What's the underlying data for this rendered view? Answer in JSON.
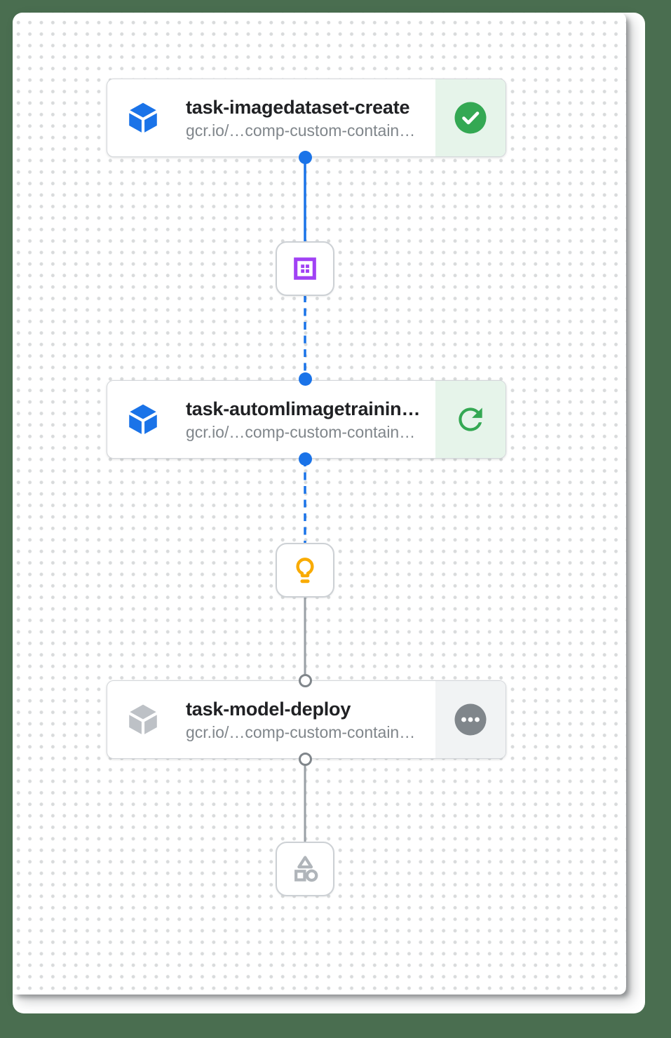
{
  "app": {
    "name": "pipeline-dag-canvas",
    "background_color": "#4A6E50",
    "canvas_color": "#ffffff",
    "dot_color": "#d9dbdc"
  },
  "nodes": [
    {
      "title": "task-imagedataset-create",
      "subtitle": "gcr.io/…comp-custom-contain…",
      "status": "succeeded",
      "status_icon": "check-circle-icon",
      "status_bg": "#e6f4ea",
      "status_color": "#34a853",
      "task_icon_color": "#1a73e8"
    },
    {
      "title": "task-automlimagetrainin…",
      "subtitle": "gcr.io/…comp-custom-contain…",
      "status": "running",
      "status_icon": "refresh-icon",
      "status_bg": "#e6f4ea",
      "status_color": "#34a853",
      "task_icon_color": "#1a73e8"
    },
    {
      "title": "task-model-deploy",
      "subtitle": "gcr.io/…comp-custom-contain…",
      "status": "pending",
      "status_icon": "ellipsis-circle-icon",
      "status_bg": "#f1f3f4",
      "status_color": "#80868b",
      "task_icon_color": "#bdc1c6"
    }
  ],
  "artifacts": [
    {
      "icon": "dataset-grid-icon",
      "color": "#a142f4"
    },
    {
      "icon": "model-lightbulb-icon",
      "color": "#f9ab00"
    },
    {
      "icon": "generic-artifact-shapes-icon",
      "color": "#b0b5ba"
    }
  ],
  "edges": [
    {
      "from": "task-imagedataset-create",
      "to": "dataset-artifact",
      "style": "solid",
      "color": "#1a73e8"
    },
    {
      "from": "dataset-artifact",
      "to": "task-automlimagetrainin…",
      "style": "dashed",
      "color": "#1a73e8"
    },
    {
      "from": "task-automlimagetrainin…",
      "to": "model-artifact",
      "style": "dashed",
      "color": "#1a73e8"
    },
    {
      "from": "model-artifact",
      "to": "task-model-deploy",
      "style": "solid",
      "color": "#9aa0a6"
    },
    {
      "from": "task-model-deploy",
      "to": "output-artifact",
      "style": "solid",
      "color": "#9aa0a6"
    }
  ]
}
